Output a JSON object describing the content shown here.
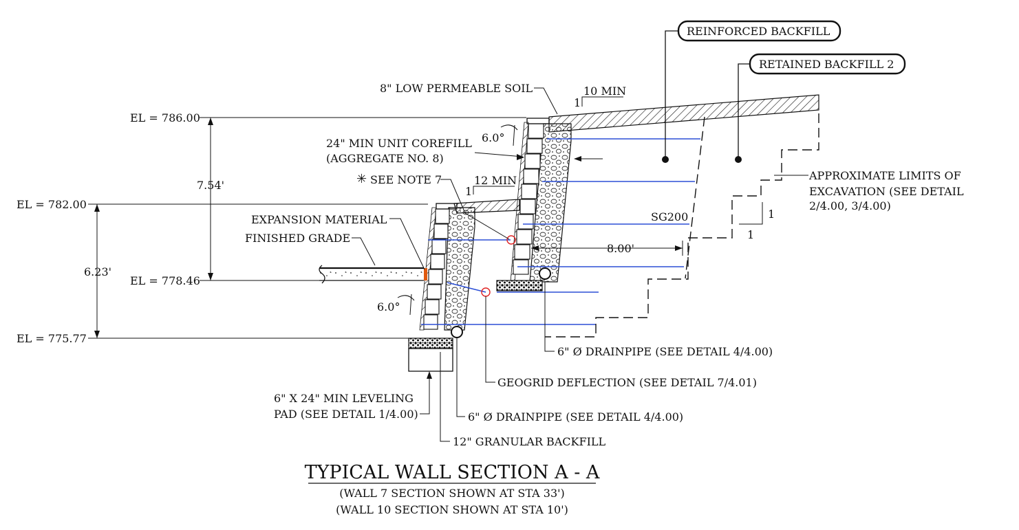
{
  "drawing": {
    "title": "TYPICAL WALL SECTION A - A",
    "subtitle_1": "(WALL 7 SECTION SHOWN AT STA 33')",
    "subtitle_2": "(WALL 10 SECTION SHOWN AT STA 10')"
  },
  "callouts": {
    "reinforced_backfill": "REINFORCED BACKFILL",
    "retained_backfill": "RETAINED BACKFILL 2"
  },
  "elevations": {
    "el_786": "EL = 786.00",
    "el_782": "EL = 782.00",
    "el_778": "EL = 778.46",
    "el_775": "EL = 775.77"
  },
  "dimensions": {
    "upper_height": "7.54'",
    "lower_height": "6.23'",
    "grid_length": "8.00'",
    "batter_upper": "6.0°",
    "batter_lower": "6.0°",
    "slope_upper_run": "10 MIN",
    "slope_upper_rise": "1",
    "slope_lower_run": "12 MIN",
    "slope_lower_rise": "1",
    "excav_rise": "1",
    "excav_run": "1"
  },
  "labels": {
    "low_perm_soil": "8\" LOW PERMEABLE SOIL",
    "corefill_1": "24\" MIN UNIT COREFILL",
    "corefill_2": "(AGGREGATE NO. 8)",
    "note7_star": "✳",
    "note7": "SEE NOTE 7",
    "expansion": "EXPANSION MATERIAL",
    "finished_grade": "FINISHED GRADE",
    "sg200": "SG200",
    "excav_1": "APPROXIMATE LIMITS OF",
    "excav_2": "EXCAVATION (SEE DETAIL",
    "excav_3": "2/4.00, 3/4.00)",
    "drainpipe_upper": "6\" Ø DRAINPIPE (SEE DETAIL 4/4.00)",
    "geogrid_deflection": "GEOGRID DEFLECTION (SEE DETAIL 7/4.01)",
    "leveling_1": "6\" X 24\" MIN LEVELING",
    "leveling_2": "PAD (SEE DETAIL 1/4.00)",
    "drainpipe_lower": "6\" Ø DRAINPIPE (SEE DETAIL 4/4.00)",
    "granular": "12\" GRANULAR BACKFILL"
  },
  "colors": {
    "geogrid": "#2b4fd6",
    "deflection_marker": "#e02020",
    "expansion_material": "#e05a10"
  }
}
